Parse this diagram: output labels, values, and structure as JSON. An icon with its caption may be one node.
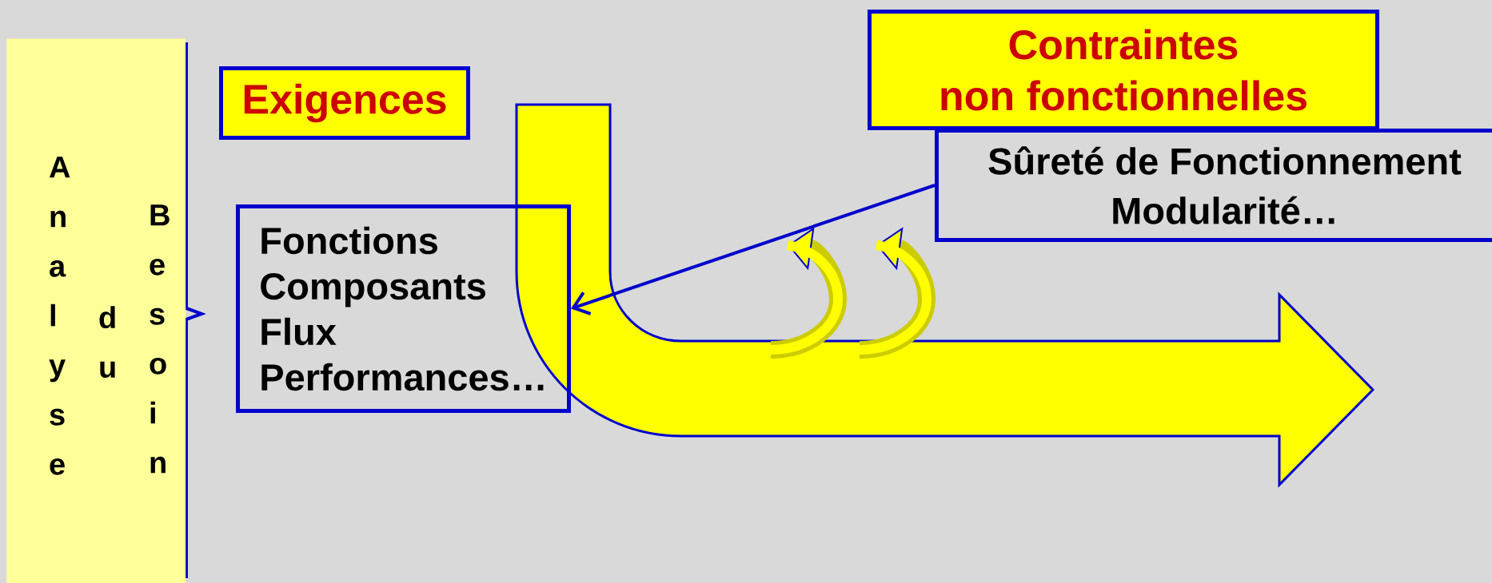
{
  "diagram": {
    "nodes": [
      {
        "text": [
          "Analyse",
          "du",
          "Besoin"
        ]
      },
      {
        "text": [
          "Exigences"
        ]
      },
      {
        "text": [
          "Fonctions",
          "Composants",
          "Flux",
          "Performances…"
        ]
      },
      {
        "text": [
          "Contraintes non fonctionnelles"
        ]
      },
      {
        "text": [
          "Sûreté de Fonctionnement",
          "Modularité…"
        ]
      }
    ],
    "edges": [
      {
        "from": 4,
        "to": 2,
        "arrow": "to"
      }
    ]
  }
}
